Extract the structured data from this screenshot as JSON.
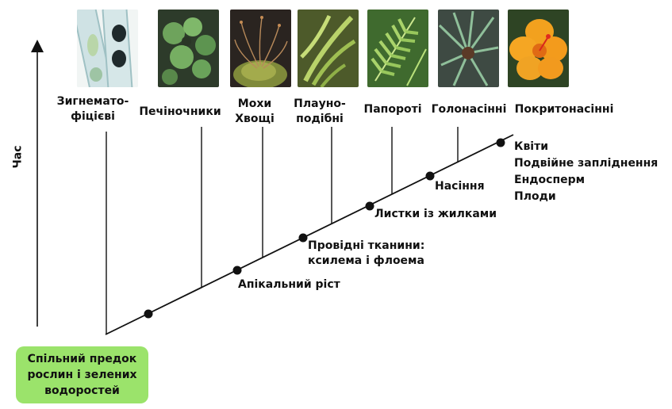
{
  "axis": {
    "time_label": "Час"
  },
  "ancestor": {
    "line1": "Спільний предок",
    "line2": "рослин і зелених",
    "line3": "водоростей"
  },
  "groups": [
    {
      "id": "zygnema",
      "line1": "Зигнемато-",
      "line2": "фіцієві",
      "image": "zygnematophyceae-image"
    },
    {
      "id": "liverworts",
      "line1": "Печіночники",
      "line2": "",
      "image": "liverwort-image"
    },
    {
      "id": "mosses",
      "line1": "Мохи",
      "line2": "Хвощі",
      "image": "moss-image"
    },
    {
      "id": "lycophytes",
      "line1": "Плауно-",
      "line2": "подібні",
      "image": "lycophyte-image"
    },
    {
      "id": "ferns",
      "line1": "Папороті",
      "line2": "",
      "image": "fern-image"
    },
    {
      "id": "gymnosperms",
      "line1": "Голонасінні",
      "line2": "",
      "image": "cycad-image"
    },
    {
      "id": "angiosperms",
      "line1": "Покритонасінні",
      "line2": "",
      "image": "hibiscus-flower-image"
    }
  ],
  "traits": {
    "apical": "Апікальний ріст",
    "vascular_l1": "Провідні тканини:",
    "vascular_l2": "ксилема і флоема",
    "leaves": "Листки із жилками",
    "seeds": "Насіння",
    "angio_l1": "Квіти",
    "angio_l2": "Подвійне запліднення",
    "angio_l3": "Ендосперм",
    "angio_l4": "Плоди"
  },
  "colors": {
    "ancestor_box": "#9be36b",
    "line": "#111111"
  }
}
